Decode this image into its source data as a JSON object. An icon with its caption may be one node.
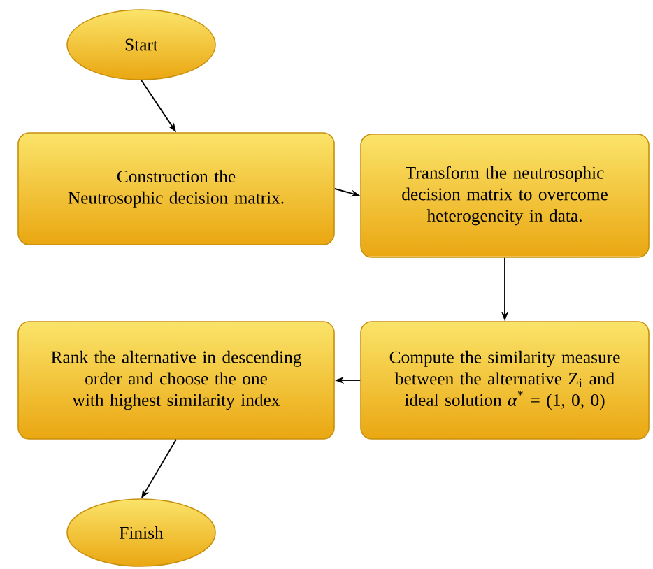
{
  "diagram": {
    "nodes": [
      {
        "text": [
          "Start"
        ]
      },
      {
        "text": [
          "Construction the Neutrosophic decision matrix."
        ]
      },
      {
        "text": [
          "Transform  the neutrosophic decision matrix to overcome heterogeneity in data."
        ]
      },
      {
        "text": [
          "Compute the similarity measure between the alternative Z$_{i}$ and ideal solution *α*$^{*}$ = (1, 0, 0)"
        ]
      },
      {
        "text": [
          "Rank the alternative in descending order and choose the one with highest similarity index"
        ]
      },
      {
        "text": [
          "Finish"
        ]
      }
    ],
    "edges": [
      {
        "from": 0,
        "to": 1,
        "arrow": "to"
      },
      {
        "from": 1,
        "to": 2,
        "arrow": "to"
      },
      {
        "from": 2,
        "to": 3,
        "arrow": "to"
      },
      {
        "from": 3,
        "to": 4,
        "arrow": "to"
      },
      {
        "from": 4,
        "to": 5,
        "arrow": "to"
      }
    ]
  }
}
